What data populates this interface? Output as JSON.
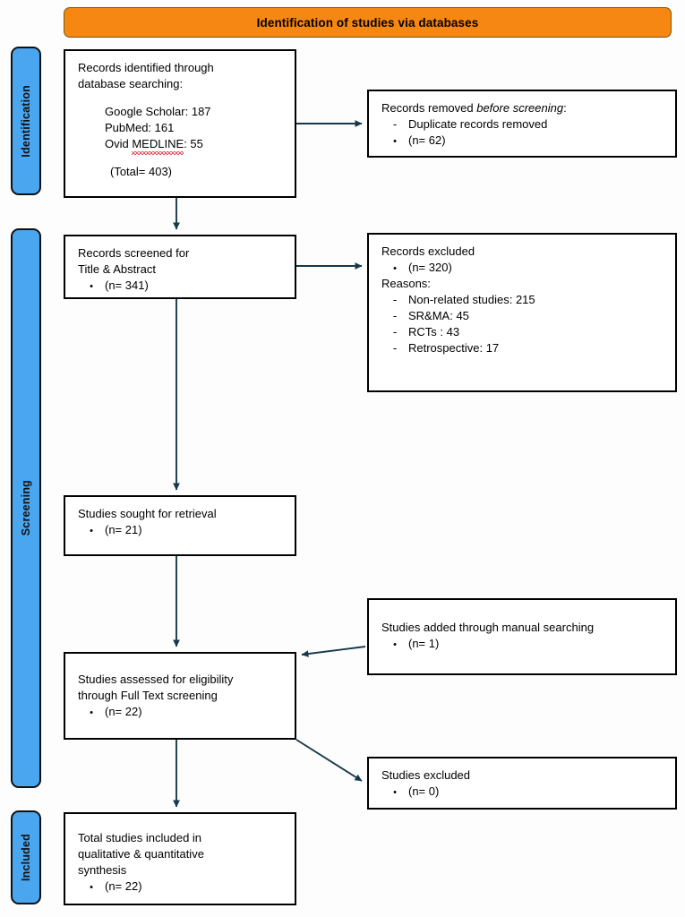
{
  "banner": {
    "title": "Identification of studies via databases"
  },
  "stages": [
    {
      "id": "identification",
      "label": "Identification"
    },
    {
      "id": "screening",
      "label": "Screening"
    },
    {
      "id": "included",
      "label": "Included"
    }
  ],
  "boxes": {
    "identified": {
      "line1": "Records identified through",
      "line2": "database searching:",
      "source1": "Google Scholar: 187",
      "source2": "PubMed: 161",
      "source3_prefix": "Ovid ",
      "source3_term": "MEDLINE",
      "source3_suffix": ": 55",
      "total": "(Total= 403)"
    },
    "removed": {
      "heading_prefix": "Records removed ",
      "heading_italic": "before screening",
      "heading_suffix": ":",
      "item1_marker": "-",
      "item1": "Duplicate records removed",
      "item2_marker": "•",
      "item2": "(n= 62)"
    },
    "screened": {
      "line1": "Records screened for",
      "line2": "Title & Abstract",
      "count_marker": "•",
      "count": "(n= 341)"
    },
    "excluded": {
      "heading": "Records excluded",
      "count_marker": "•",
      "count": "(n= 320)",
      "reasons_label": "Reasons:",
      "reasons": [
        {
          "marker": "-",
          "text": "Non-related studies: 215"
        },
        {
          "marker": "-",
          "text": "SR&MA: 45"
        },
        {
          "marker": "-",
          "text": "RCTs : 43"
        },
        {
          "marker": "-",
          "text": "Retrospective: 17"
        }
      ]
    },
    "sought": {
      "heading": "Studies sought for retrieval",
      "count_marker": "•",
      "count": "(n= 21)"
    },
    "manual": {
      "heading": "Studies added through manual searching",
      "count_marker": "•",
      "count": "(n= 1)"
    },
    "eligibility": {
      "line1": "Studies assessed for eligibility",
      "line2": "through Full Text screening",
      "count_marker": "•",
      "count": "(n= 22)"
    },
    "studies_excluded": {
      "heading": "Studies excluded",
      "count_marker": "•",
      "count": "(n= 0)"
    },
    "total": {
      "line1": "Total studies included in",
      "line2": "qualitative & quantitative",
      "line3": "synthesis",
      "count_marker": "•",
      "count": "(n= 22)"
    }
  },
  "colors": {
    "banner_fill": "#F68712",
    "banner_border": "#7a5c12",
    "stagebar_fill": "#4BA6F0",
    "stagebar_border": "#111111",
    "box_border": "#000000",
    "connector": "#17394a",
    "spellcheck_underline": "#e8162b",
    "page_background": "#fdfdfd"
  },
  "chart_data": {
    "type": "diagram",
    "title": "PRISMA flow diagram",
    "nodes": [
      {
        "id": "identified",
        "label": "Records identified through database searching",
        "n": 403,
        "breakdown": {
          "Google Scholar": 187,
          "PubMed": 161,
          "Ovid MEDLINE": 55
        }
      },
      {
        "id": "removed",
        "label": "Records removed before screening (duplicates)",
        "n": 62
      },
      {
        "id": "screened",
        "label": "Records screened for Title & Abstract",
        "n": 341
      },
      {
        "id": "excluded",
        "label": "Records excluded",
        "n": 320,
        "reasons": {
          "Non-related studies": 215,
          "SR&MA": 45,
          "RCTs": 43,
          "Retrospective": 17
        }
      },
      {
        "id": "sought",
        "label": "Studies sought for retrieval",
        "n": 21
      },
      {
        "id": "manual",
        "label": "Studies added through manual searching",
        "n": 1
      },
      {
        "id": "eligibility",
        "label": "Studies assessed for eligibility through Full Text screening",
        "n": 22
      },
      {
        "id": "studies_excluded",
        "label": "Studies excluded",
        "n": 0
      },
      {
        "id": "total",
        "label": "Total studies included in qualitative & quantitative synthesis",
        "n": 22
      }
    ],
    "edges": [
      {
        "from": "identified",
        "to": "removed"
      },
      {
        "from": "identified",
        "to": "screened"
      },
      {
        "from": "screened",
        "to": "excluded"
      },
      {
        "from": "screened",
        "to": "sought"
      },
      {
        "from": "sought",
        "to": "eligibility"
      },
      {
        "from": "manual",
        "to": "eligibility"
      },
      {
        "from": "eligibility",
        "to": "studies_excluded"
      },
      {
        "from": "eligibility",
        "to": "total"
      }
    ]
  }
}
